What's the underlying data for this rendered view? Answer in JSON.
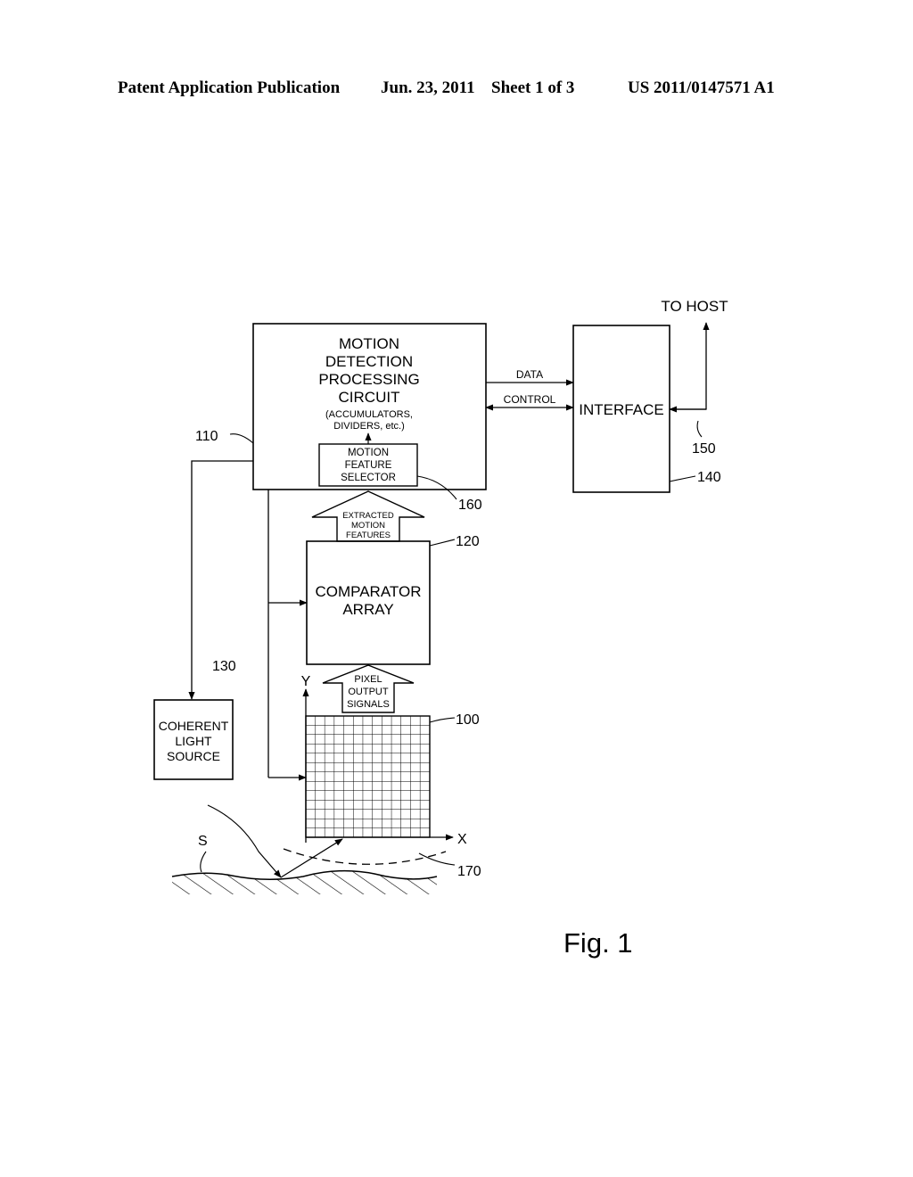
{
  "header": {
    "publication_type": "Patent Application Publication",
    "date": "Jun. 23, 2011",
    "sheet": "Sheet 1 of 3",
    "patent_number": "US 2011/0147571 A1"
  },
  "figure": {
    "caption": "Fig. 1",
    "blocks": {
      "motion_detection": {
        "line1": "MOTION",
        "line2": "DETECTION",
        "line3": "PROCESSING",
        "line4": "CIRCUIT",
        "line5": "(ACCUMULATORS,",
        "line6": "DIVIDERS, etc.)",
        "ref": "110"
      },
      "motion_feature_selector": {
        "line1": "MOTION",
        "line2": "FEATURE",
        "line3": "SELECTOR",
        "ref": "160"
      },
      "interface": {
        "label": "INTERFACE",
        "ref": "140"
      },
      "comparator_array": {
        "line1": "COMPARATOR",
        "line2": "ARRAY",
        "ref": "120"
      },
      "coherent_light_source": {
        "line1": "COHERENT",
        "line2": "LIGHT",
        "line3": "SOURCE",
        "ref": "130"
      },
      "pixel_array": {
        "ref": "100"
      }
    },
    "signals": {
      "data": "DATA",
      "control": "CONTROL",
      "to_host": "TO HOST",
      "host_link_ref": "150",
      "extracted_line1": "EXTRACTED",
      "extracted_line2": "MOTION",
      "extracted_line3": "FEATURES",
      "pixel_line1": "PIXEL",
      "pixel_line2": "OUTPUT",
      "pixel_line3": "SIGNALS"
    },
    "axes": {
      "x": "X",
      "y": "Y"
    },
    "surface": {
      "label": "S",
      "ref": "170"
    }
  }
}
